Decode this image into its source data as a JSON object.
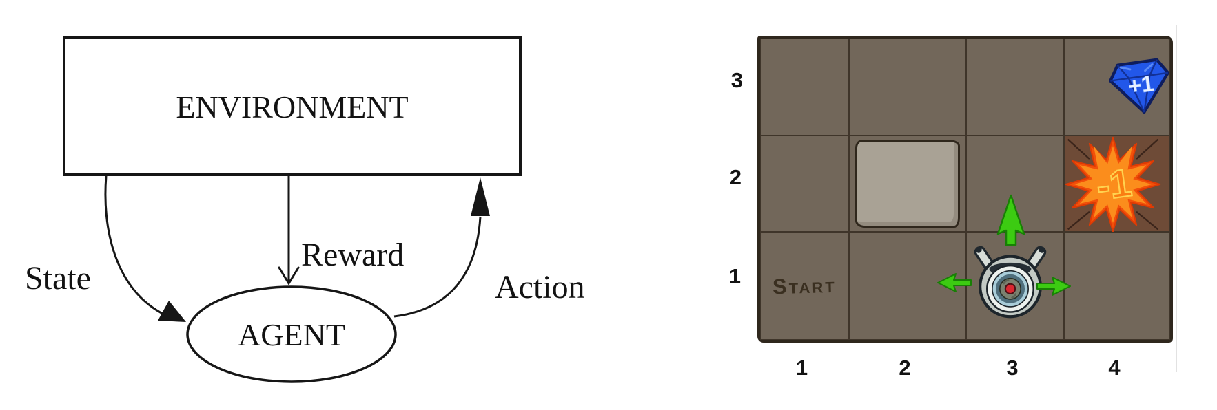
{
  "left_diagram": {
    "environment_label": "ENVIRONMENT",
    "agent_label": "AGENT",
    "state_label": "State",
    "reward_label": "Reward",
    "action_label": "Action"
  },
  "gridworld": {
    "row_labels": [
      "3",
      "2",
      "1"
    ],
    "col_labels": [
      "1",
      "2",
      "3",
      "4"
    ],
    "start_label": "Start",
    "gem_label": "+1",
    "penalty_label": "-1",
    "colors": {
      "floor_brown": "#72675a",
      "grid_line": "#3f352a",
      "penalty_floor": "#6e4b37",
      "gem_blue": "#2257e9",
      "explosion_orange": "#fb8d1c",
      "explosion_edge": "#f2500a",
      "arrow_green": "#3ccb12",
      "stone_gray": "#a9a295",
      "robot_eye_red": "#da2730"
    }
  }
}
